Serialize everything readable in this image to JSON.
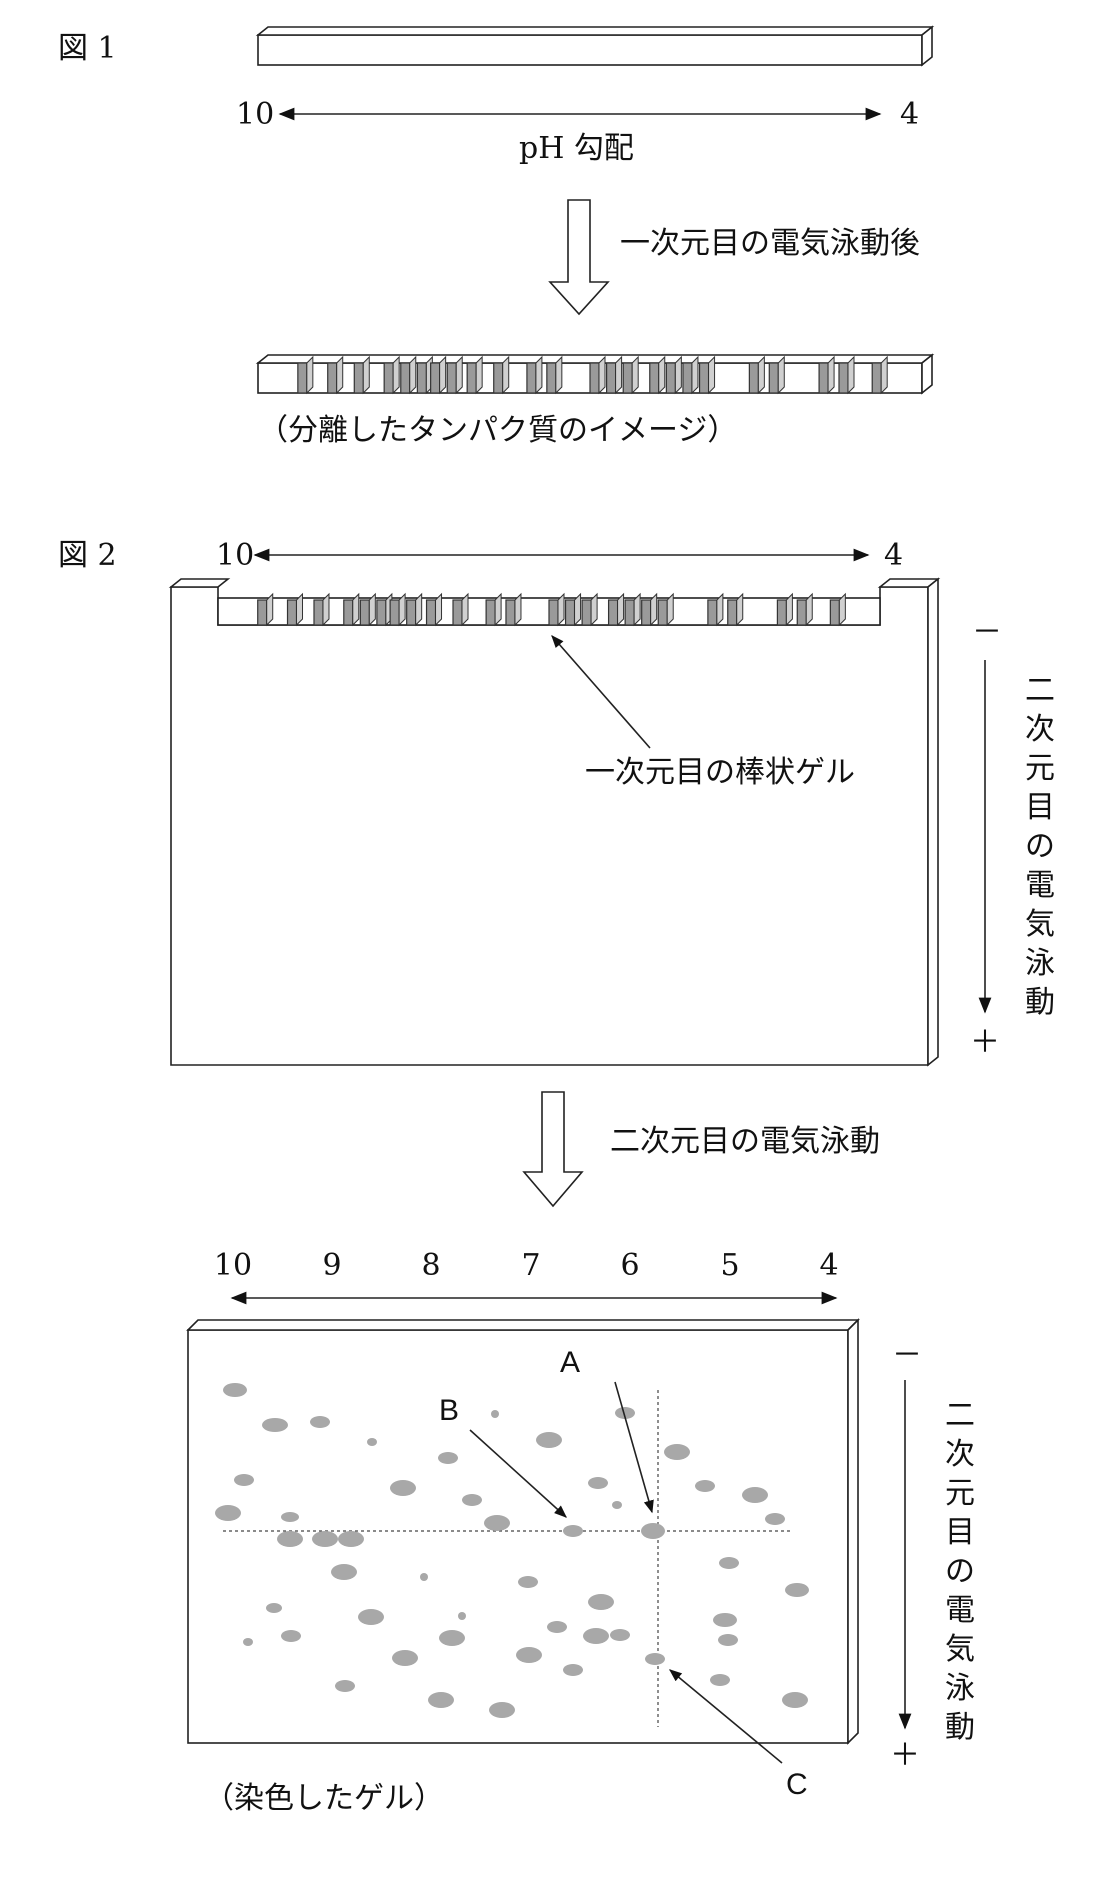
{
  "figure1": {
    "label": "図 1",
    "ph_left": "10",
    "ph_right": "4",
    "ph_caption": "pH 勾配",
    "step_label": "一次元目の電気泳動後",
    "caption": "（分離したタンパク質のイメージ）",
    "band_positions": [
      0.06,
      0.105,
      0.145,
      0.19,
      0.215,
      0.24,
      0.26,
      0.285,
      0.315,
      0.355,
      0.405,
      0.435,
      0.5,
      0.525,
      0.55,
      0.59,
      0.615,
      0.64,
      0.665,
      0.74,
      0.77,
      0.845,
      0.875,
      0.925
    ]
  },
  "figure2": {
    "label": "図 2",
    "ph_left": "10",
    "ph_right": "4",
    "rod_label": "一次元目の棒状ゲル",
    "minus": "－",
    "plus": "＋",
    "direction_label": [
      "二",
      "次",
      "元",
      "目",
      "の",
      "電",
      "気",
      "泳",
      "動"
    ],
    "step_label": "二次元目の電気泳動"
  },
  "figure3": {
    "ph_ticks": [
      "10",
      "9",
      "8",
      "7",
      "6",
      "5",
      "4"
    ],
    "minus": "－",
    "plus": "＋",
    "direction_label": [
      "二",
      "次",
      "元",
      "目",
      "の",
      "電",
      "気",
      "泳",
      "動"
    ],
    "caption": "（染色したゲル）",
    "point_labels": {
      "a": "A",
      "b": "B",
      "c": "C"
    }
  }
}
